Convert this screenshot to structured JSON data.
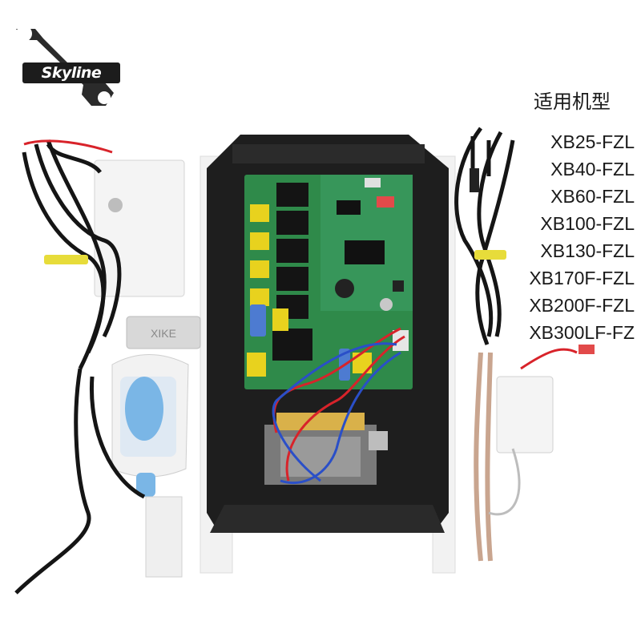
{
  "logo": {
    "brand": "Skyline",
    "icon": "wrench-icon"
  },
  "models": {
    "title": "适用机型",
    "items": [
      "XB25-FZL",
      "XB40-FZL",
      "XB60-FZL",
      "XB100-FZL",
      "XB130-FZL",
      "XB170F-FZL",
      "XB200F-FZL",
      "XB300LF-FZ"
    ]
  },
  "parts": {
    "float_sensor_housing_label": "XIKE"
  },
  "colors": {
    "board_green": "#2f8a4a",
    "housing_black": "#1e1e1e",
    "relay_black": "#141414",
    "relay_yellow": "#e8d21e",
    "cable_black": "#151515",
    "float_blue": "#7ab6e6",
    "wire_red": "#d8232a",
    "wire_blue": "#2a4fc8"
  }
}
